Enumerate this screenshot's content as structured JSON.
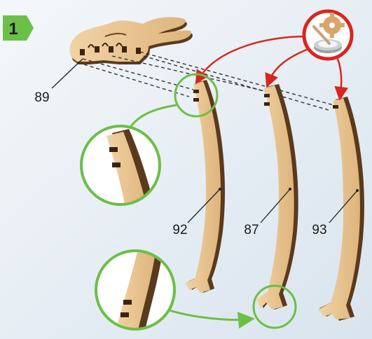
{
  "step": {
    "number": "1"
  },
  "parts": [
    {
      "id": "89",
      "label": "89"
    },
    {
      "id": "92",
      "label": "92"
    },
    {
      "id": "87",
      "label": "87"
    },
    {
      "id": "93",
      "label": "93"
    }
  ],
  "colors": {
    "background": "#e9f0f6",
    "step_badge": "#6cc04a",
    "wood_face": "#e8c48f",
    "wood_edge": "#5a3a1c",
    "zoom_circle": "#6cbf45",
    "glue_arrow": "#d9261c",
    "dashed_line": "#333333"
  },
  "icons": {
    "glue": "glue-icon"
  }
}
